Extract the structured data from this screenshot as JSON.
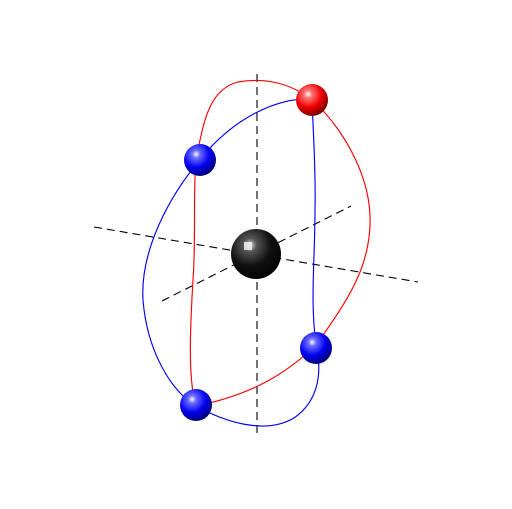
{
  "diagram": {
    "type": "3d-orbital-ball-and-curve",
    "background_color": "#ffffff",
    "axis_style": "dashed",
    "axis_color": "#000000",
    "center_sphere": {
      "name": "center-sphere",
      "color": "#000000",
      "label": ""
    },
    "outer_spheres": [
      {
        "name": "sphere-top-right",
        "color": "#ff0000",
        "label": ""
      },
      {
        "name": "sphere-upper-left",
        "color": "#0000ff",
        "label": ""
      },
      {
        "name": "sphere-lower-right",
        "color": "#0000ff",
        "label": ""
      },
      {
        "name": "sphere-bottom-left",
        "color": "#0000ff",
        "label": ""
      }
    ],
    "curves": [
      {
        "name": "red-orbit-curve",
        "color": "#ff0000"
      },
      {
        "name": "blue-orbit-curve",
        "color": "#0000ff"
      }
    ]
  }
}
